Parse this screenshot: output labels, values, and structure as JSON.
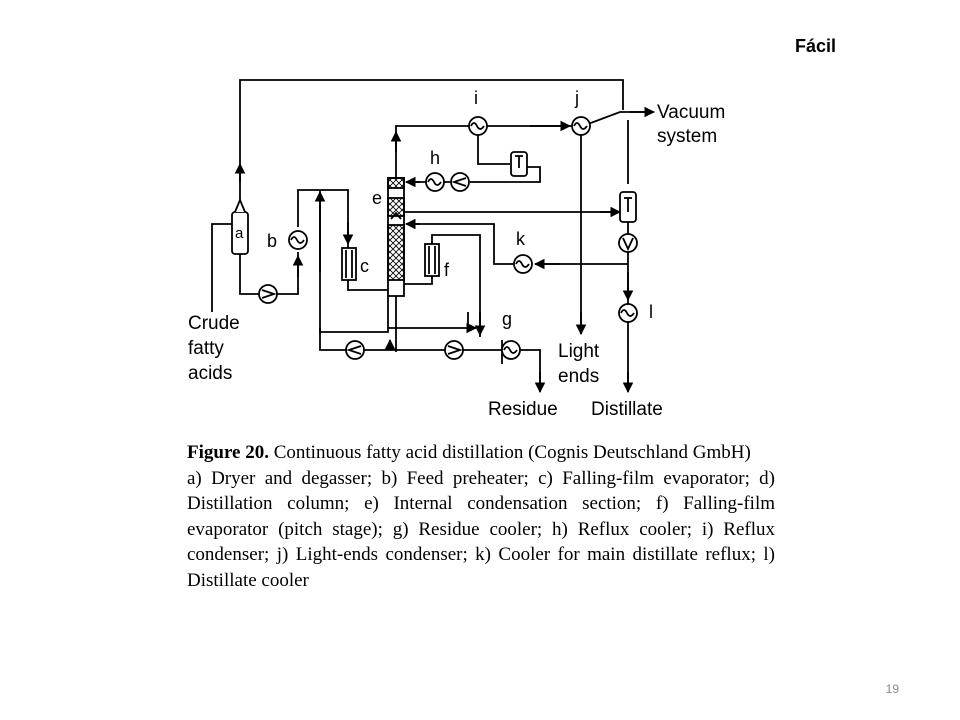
{
  "slide": {
    "difficulty_tag": "Fácil",
    "page_number": "19"
  },
  "diagram": {
    "unit_labels": [
      "a",
      "b",
      "c",
      "e",
      "f",
      "g",
      "h",
      "i",
      "j",
      "k",
      "l"
    ],
    "streams": {
      "feed": [
        "Crude",
        "fatty",
        "acids"
      ],
      "vacuum": [
        "Vacuum",
        "system"
      ],
      "light_ends": [
        "Light",
        "ends"
      ],
      "residue": "Residue",
      "distillate": "Distillate"
    }
  },
  "caption": {
    "figure_label": "Figure 20.",
    "title": "Continuous fatty acid distillation (Cognis Deutschland GmbH)",
    "legend": "a) Dryer and degasser; b) Feed preheater; c) Falling-film evaporator; d) Distillation column; e) Internal condensation section; f) Falling-film evaporator (pitch stage); g) Residue cooler; h) Reflux cooler; i) Reflux condenser; j) Light-ends condenser; k) Cooler for main distillate reflux; l) Distillate cooler"
  }
}
